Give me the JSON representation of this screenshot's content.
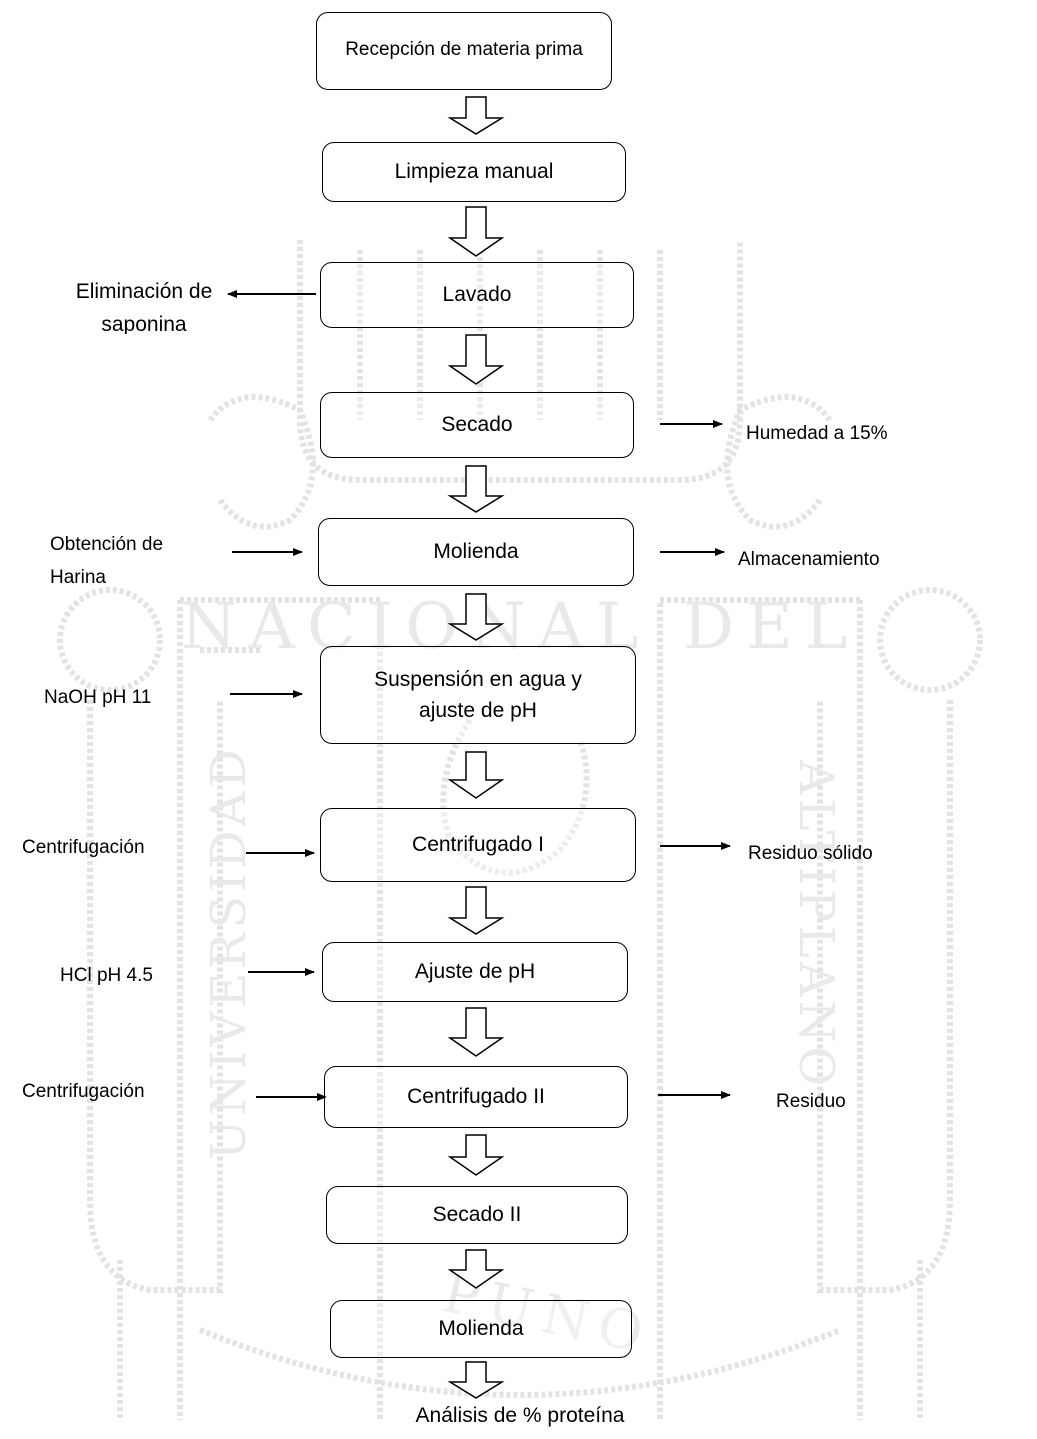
{
  "watermark": {
    "text_top": "NACIONAL DEL",
    "text_left": "UNIVERSIDAD",
    "text_right": "ALTIPLANO",
    "text_bottom": "PUNO"
  },
  "steps": [
    {
      "label": "Recepción de materia prima"
    },
    {
      "label": "Limpieza manual"
    },
    {
      "label": "Lavado"
    },
    {
      "label": "Secado"
    },
    {
      "label": "Molienda"
    },
    {
      "label": "Suspensión en agua y ajuste de pH"
    },
    {
      "label": "Centrifugado I"
    },
    {
      "label": "Ajuste de pH"
    },
    {
      "label": "Centrifugado II"
    },
    {
      "label": "Secado II"
    },
    {
      "label": "Molienda"
    }
  ],
  "final_output": "Análisis de % proteína",
  "side_labels": {
    "eliminacion": "Eliminación de saponina",
    "humedad": "Humedad a 15%",
    "obtencion": "Obtención de Harina",
    "almacenamiento": "Almacenamiento",
    "naoh": "NaOH pH 11",
    "centrifugacion_1": "Centrifugación",
    "residuo_solido": "Residuo sólido",
    "hcl": "HCl pH 4.5",
    "centrifugacion_2": "Centrifugación",
    "residuo": "Residuo"
  }
}
